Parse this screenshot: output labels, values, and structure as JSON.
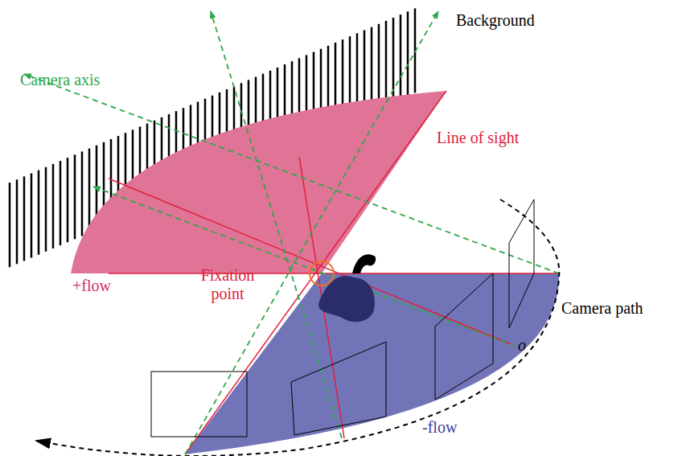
{
  "diagram": {
    "labels": [
      "Background",
      "Camera axis",
      "Line of sight",
      "+flow",
      "Fixation point",
      "Camera path",
      "o",
      "-flow"
    ]
  }
}
